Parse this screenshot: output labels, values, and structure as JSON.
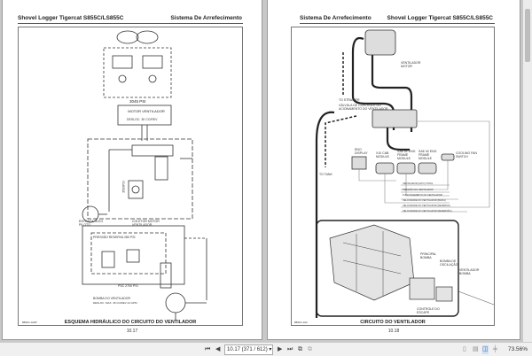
{
  "left_page": {
    "header_left": "Shovel Logger Tigercat S855C/LS855C",
    "header_right": "Sistema De Arrefecimento",
    "labels": {
      "psi_motor": "3045 PSI",
      "motor": "MOTOR VENTILADOR",
      "motor_sub": "DESLOC. 30 CC/REV",
      "valve_psi": "3500PSI",
      "entrada": "ENTRADA ÓLEO PILOTO",
      "coletor": "COLETOR MOTOR VENTILADOR",
      "reserva": "PRESSÃO RESERVA 280 PSI",
      "psc": "PSC 2700 PSI",
      "bomba": "BOMBA DO VENTILADOR",
      "bomba_sub": "DESLOC. MAX. 45 CC/REV 24 GPM",
      "ref": "88910-1A0P"
    },
    "caption": "ESQUEMA HIDRÁULICO DO CIRCUITO DO VENTILADOR",
    "page_number": "10.17"
  },
  "right_page": {
    "header_left": "Sistema De Arrefecimento",
    "header_right": "Shovel Logger Tigercat S855C/LS855C",
    "labels": {
      "ventilador_motor": "VENTILADOR MOTOR",
      "strainer": "TO STRAINER",
      "valvula": "VÁLVULA DE CONTROLE DO ACIONAMENTO DO VENTILADOR",
      "tank": "TO TANK",
      "display": "RDO DISPLAY",
      "cab": "X10 CAB MODULE",
      "frame1": "SAE #1 ENG FRAME MODULE",
      "frame2": "SAE #2 ENG FRAME MODULE",
      "switch": "COOLING FAN SWITCH",
      "principal": "PRINCIPAL BOMBA",
      "oscilacao": "BOMBA DE OSCILAÇÃO",
      "vent_bomba": "VENTILADOR BOMBA",
      "controle": "CONTROLE DO ESCAPE",
      "ref": "88910-1A2"
    },
    "wire_labels": [
      "VENTILADOR (ALTO) TOTAL",
      "PRESSÃO DO VENTILADOR",
      "FUNCIONAMENTO DO VENTILADOR",
      "VELOCIDADE DO VENTILADOR (BAIXA)",
      "VELOCIDADE DO VENTILADOR (REVERSO)",
      "VELOCIDADE DO VENTILADOR (REVERSÃO)"
    ],
    "caption": "CIRCUITO DO VENTILADOR",
    "page_number": "10.18"
  },
  "toolbar": {
    "page_field": "10.17 (371 / 612)",
    "zoom": "73.56%",
    "icons": [
      "first-page-icon",
      "prev-page-icon",
      "next-page-icon",
      "last-page-icon",
      "copy-icon",
      "paste-icon",
      "single-page-icon",
      "continuous-icon",
      "two-page-icon",
      "facing-continuous-icon"
    ]
  }
}
